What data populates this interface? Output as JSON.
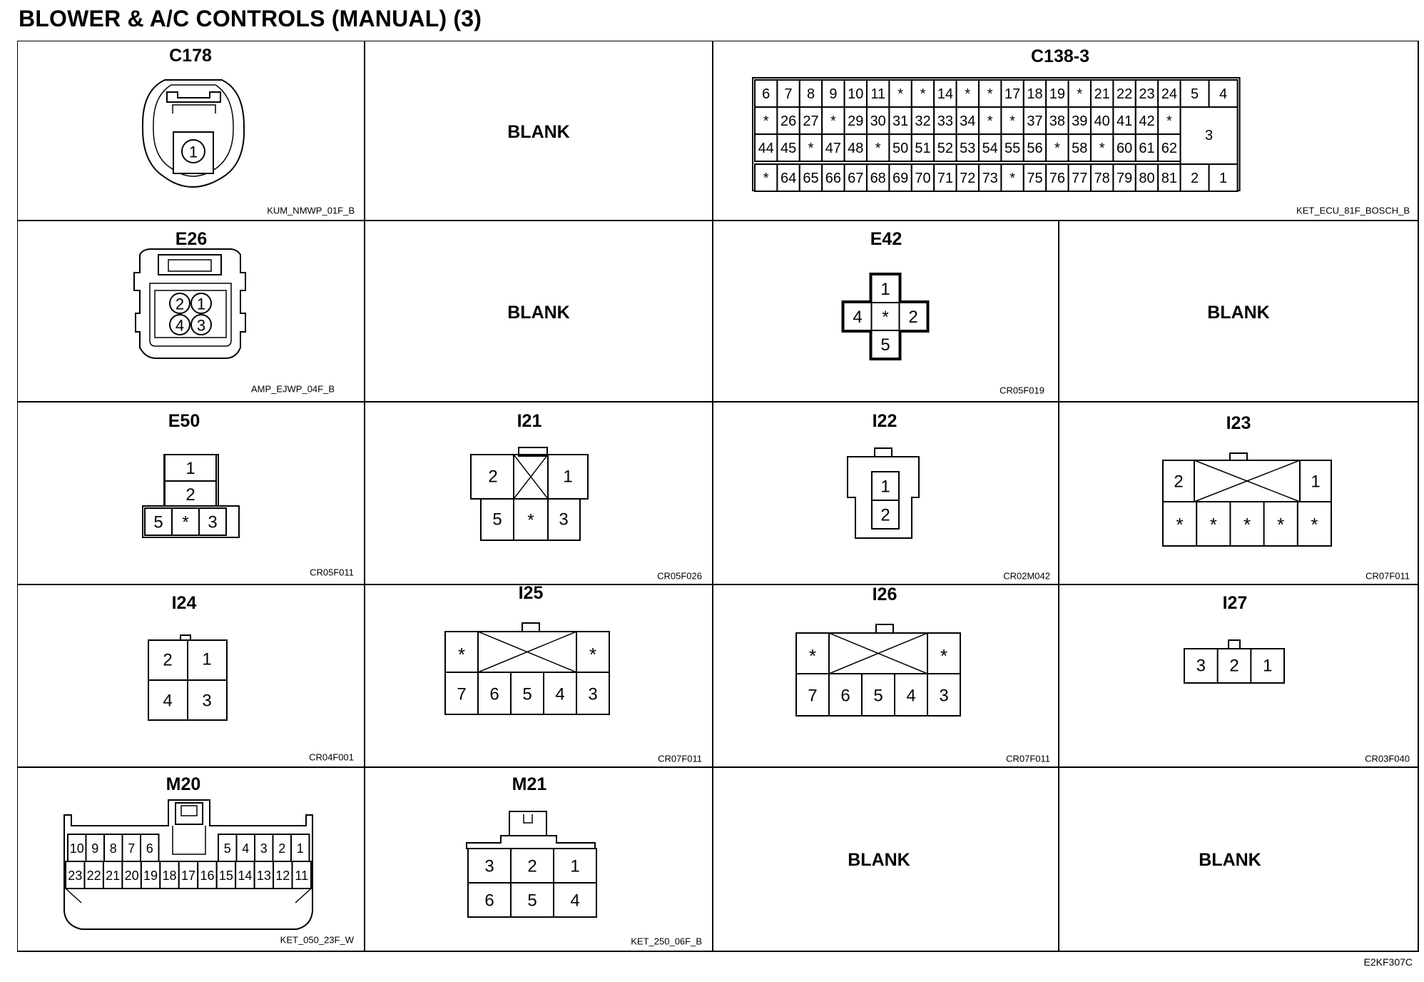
{
  "title": "BLOWER & A/C CONTROLS (MANUAL) (3)",
  "footer_code": "E2KF307C",
  "connectors": {
    "c178": {
      "name": "C178",
      "code": "KUM_NMWP_01F_B",
      "pins": [
        "1"
      ]
    },
    "blank_r1c2": {
      "label": "BLANK"
    },
    "c138_3": {
      "name": "C138-3",
      "code": "KET_ECU_81F_BOSCH_B",
      "row1": [
        "6",
        "7",
        "8",
        "9",
        "10",
        "11",
        "*",
        "*",
        "14",
        "*",
        "*",
        "17",
        "18",
        "19",
        "*",
        "21",
        "22",
        "23",
        "24"
      ],
      "row2": [
        "*",
        "26",
        "27",
        "*",
        "29",
        "30",
        "31",
        "32",
        "33",
        "34",
        "*",
        "*",
        "37",
        "38",
        "39",
        "40",
        "41",
        "42",
        "*"
      ],
      "row3": [
        "44",
        "45",
        "*",
        "47",
        "48",
        "*",
        "50",
        "51",
        "52",
        "53",
        "54",
        "55",
        "56",
        "*",
        "58",
        "*",
        "60",
        "61",
        "62"
      ],
      "row4": [
        "*",
        "64",
        "65",
        "66",
        "67",
        "68",
        "69",
        "70",
        "71",
        "72",
        "73",
        "*",
        "75",
        "76",
        "77",
        "78",
        "79",
        "80",
        "81"
      ],
      "right_top": [
        "5",
        "4"
      ],
      "right_mid": "3",
      "right_bot": [
        "2",
        "1"
      ]
    },
    "e26": {
      "name": "E26",
      "code": "AMP_EJWP_04F_B",
      "pins": [
        "2",
        "1",
        "4",
        "3"
      ]
    },
    "blank_r2c2": {
      "label": "BLANK"
    },
    "e42": {
      "name": "E42",
      "code": "CR05F019",
      "pins": [
        "1",
        "4",
        "*",
        "2",
        "5"
      ]
    },
    "blank_r2c4": {
      "label": "BLANK"
    },
    "e50": {
      "name": "E50",
      "code": "CR05F011",
      "pins": [
        "1",
        "2",
        "5",
        "*",
        "3"
      ]
    },
    "i21": {
      "name": "I21",
      "code": "CR05F026",
      "pins": [
        "2",
        "1",
        "5",
        "*",
        "3"
      ]
    },
    "i22": {
      "name": "I22",
      "code": "CR02M042",
      "pins": [
        "1",
        "2"
      ]
    },
    "i23": {
      "name": "I23",
      "code": "CR07F011",
      "pins": [
        "2",
        "1",
        "*",
        "*",
        "*",
        "*",
        "*"
      ]
    },
    "i24": {
      "name": "I24",
      "code": "CR04F001",
      "pins": [
        "2",
        "1",
        "4",
        "3"
      ]
    },
    "i25": {
      "name": "I25",
      "code": "CR07F011",
      "pins": [
        "*",
        "*",
        "7",
        "6",
        "5",
        "4",
        "3"
      ]
    },
    "i26": {
      "name": "I26",
      "code": "CR07F011",
      "pins": [
        "*",
        "*",
        "7",
        "6",
        "5",
        "4",
        "3"
      ]
    },
    "i27": {
      "name": "I27",
      "code": "CR03F040",
      "pins": [
        "3",
        "2",
        "1"
      ]
    },
    "m20": {
      "name": "M20",
      "code": "KET_050_23F_W",
      "top_left": [
        "10",
        "9",
        "8",
        "7",
        "6"
      ],
      "top_right": [
        "5",
        "4",
        "3",
        "2",
        "1"
      ],
      "bottom": [
        "23",
        "22",
        "21",
        "20",
        "19",
        "18",
        "17",
        "16",
        "15",
        "14",
        "13",
        "12",
        "11"
      ]
    },
    "m21": {
      "name": "M21",
      "code": "KET_250_06F_B",
      "pins": [
        "3",
        "2",
        "1",
        "6",
        "5",
        "4"
      ]
    },
    "blank_r5c3": {
      "label": "BLANK"
    },
    "blank_r5c4": {
      "label": "BLANK"
    }
  }
}
